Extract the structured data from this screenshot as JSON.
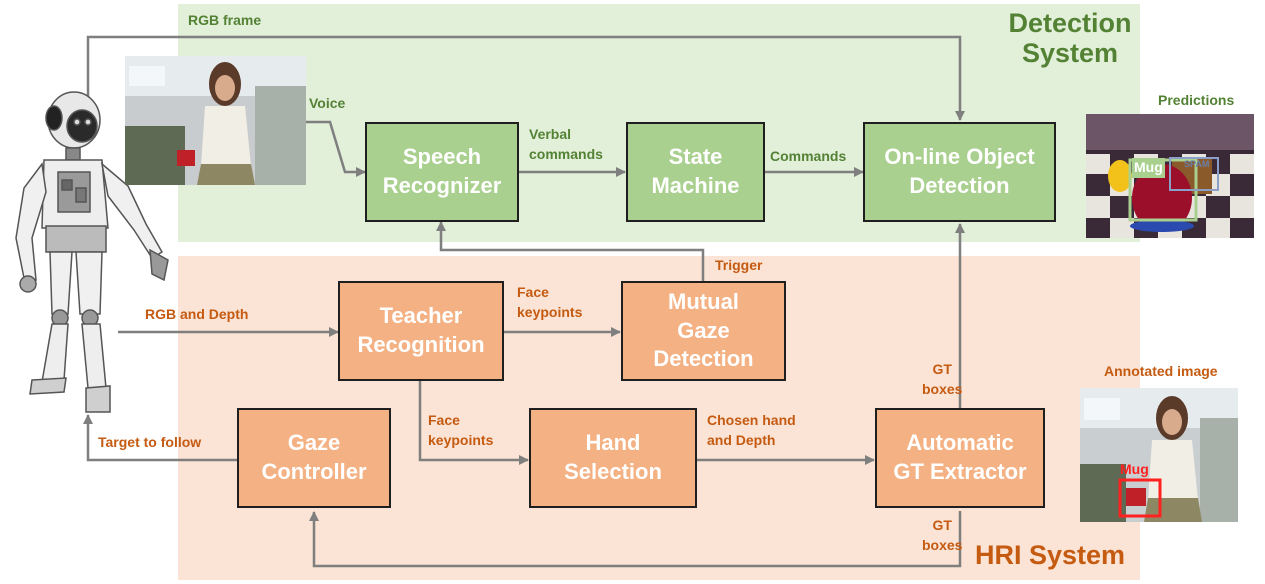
{
  "regions": {
    "detection_title": "Detection\nSystem",
    "hri_title": "HRI System"
  },
  "boxes": {
    "speech": "Speech\nRecognizer",
    "state": "State\nMachine",
    "detection": "On-line Object\nDetection",
    "teacher": "Teacher\nRecognition",
    "mutual": "Mutual\nGaze\nDetection",
    "gaze": "Gaze\nController",
    "hand": "Hand\nSelection",
    "gt": "Automatic\nGT Extractor"
  },
  "labels": {
    "rgb_frame": "RGB frame",
    "voice": "Voice",
    "verbal": "Verbal\ncommands",
    "commands": "Commands",
    "trigger": "Trigger",
    "rgb_depth": "RGB and Depth",
    "face_kp1": "Face\nkeypoints",
    "face_kp2": "Face\nkeypoints",
    "gt_boxes1": "GT\nboxes",
    "gt_boxes2": "GT\nboxes",
    "chosen_hand": "Chosen hand\nand Depth",
    "target": "Target to follow",
    "predictions": "Predictions",
    "annotated": "Annotated image",
    "mug_pred": "Mug",
    "mug_annot": "Mug",
    "spam": "SPAM"
  },
  "colors": {
    "detection_bg": "#e2efd9",
    "hri_bg": "#fbe4d5",
    "green_box": "#a9d08e",
    "orange_box": "#f4b183",
    "green_text": "#548235",
    "orange_text": "#c55a11",
    "arrow": "#7f7f7f"
  },
  "icons": {
    "robot": "humanoid-robot-icon",
    "person": "person-holding-mug-photo"
  }
}
